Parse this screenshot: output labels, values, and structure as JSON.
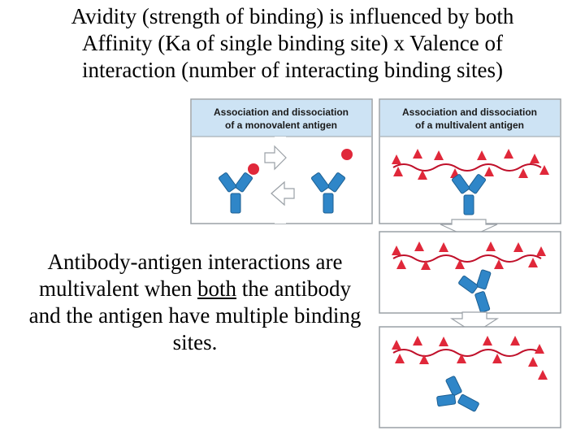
{
  "title": {
    "line1": "Avidity (strength of binding) is influenced by both",
    "line2": "Affinity (Ka of single binding site) x Valence of",
    "line3": "interaction (number of interacting binding sites)"
  },
  "diagram": {
    "left_header": {
      "line1": "Association and dissociation",
      "line2": "of a monovalent antigen"
    },
    "right_header": {
      "line1": "Association and dissociation",
      "line2": "of a multivalent antigen"
    }
  },
  "body": {
    "part1": "Antibody-antigen interactions are multivalent when ",
    "emphasis": "both",
    "part2": " the antibody and the antigen have multiple binding sites."
  },
  "colors": {
    "header_bg": "#cde3f4",
    "antibody": "#2f86c8",
    "antigen": "#e0283a",
    "strand": "#c0102a",
    "panel_border": "#9aa0a6"
  }
}
